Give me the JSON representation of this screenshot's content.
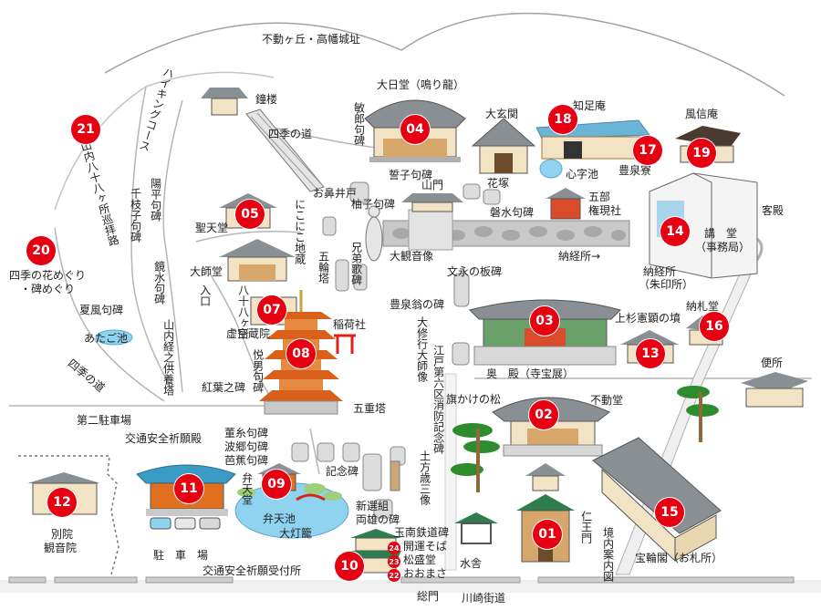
{
  "title": "",
  "colors": {
    "marker": "#e60012",
    "roof_gray": "#8a8f94",
    "roof_orange": "#e07020",
    "pagoda": "#d9601a",
    "road": "#bfbfbf",
    "pond": "#8fd3f0",
    "roof_blue": "#6ab4d8"
  },
  "labels": {
    "top_hill": "不動ヶ丘・高幡城址",
    "hiking": "ハイキングコース",
    "bell_tower": "鐘楼",
    "shiki_path": "四季の道",
    "dainichido": "大日堂（鳴り龍）",
    "toshio_stone": "敏郎句碑",
    "daigenkan": "大玄関",
    "chisokuan": "知足庵",
    "fushinan": "風信庵",
    "hoseki": "誓子句碑",
    "hanazuka": "花塚",
    "shinji_pond": "心字池",
    "hosenryo": "豊泉寮",
    "ohana_well": "お鼻井戸",
    "yuzuko": "柚子句碑",
    "sanmon": "山門",
    "bansui": "磐水句碑",
    "gobu": "五部",
    "gongensha": "権現社",
    "kyakuden": "客殿",
    "shoten": "聖天堂",
    "nikoniko": "にこにこ地蔵",
    "daikannon": "大観音像",
    "nokyosho": "納経所→",
    "kodo1": "講　堂",
    "kodo2": "（事務局）",
    "yohei": "陽平句碑",
    "chieko": "千枝子句碑",
    "sanjunai": "山内八十八ヶ所巡拝路",
    "shiki_meguri1": "四季の花めぐり",
    "shiki_meguri2": "・碑めぐり",
    "kyosui": "鏡水句碑",
    "daishido": "大師堂",
    "hachijuhachi": "八十八ヶ所",
    "iriguchi": "入口",
    "gorinto": "五輪塔",
    "kyodai": "兄弟歌碑",
    "bunei": "文永の板碑",
    "nokyosho2a": "納経所",
    "nokyosho2b": "（朱印所）",
    "kafu": "夏風句碑",
    "atago": "あたご池",
    "shiki_michi2": "四季の道",
    "sannai_kyo": "山内経之供養塔",
    "kokuzo": "虚空蔵院",
    "toshio2": "悦男句碑",
    "inari": "稲荷社",
    "hosen_ohi": "豊泉翁の碑",
    "daishuko": "大修行大師像",
    "uesugi": "上杉憲顕の墳",
    "nofudado": "納札堂",
    "edo": "江戸第六区消防記念碑",
    "okuden": "奥　殿（寺宝展）",
    "koyo": "紅葉之碑",
    "gojuto": "五重塔",
    "hatakake": "旗かけの松",
    "fudodo": "不動堂",
    "binjo": "便所",
    "daini": "第二駐車場",
    "koutsu1": "交通安全祈願殿",
    "toshiie": "董糸句碑",
    "hakyo": "波郷句碑",
    "basho": "芭蕉句碑",
    "bentendo": "弁天堂",
    "kinenhi": "記念碑",
    "hijikata": "土方歳三像",
    "benten_pond": "弁天池",
    "dai_toro": "大灯籠",
    "shinsengumi1": "新選組",
    "shinsengumi2": "両雄の碑",
    "tamanan": "玉南鉄道碑",
    "kaiun": "開運そば",
    "matsumori": "松盛堂",
    "omasa": "おおまさ",
    "niomon": "仁王門",
    "keidai": "境内案内図",
    "horinkaku": "宝輪閣（お札所）",
    "betsuin1": "別院",
    "betsuin2": "観音院",
    "chushajo": "駐　車　場",
    "koutsu2": "交通安全祈願受付所",
    "somon": "総門",
    "mizuya": "水舎",
    "kawasaki": "川崎街道"
  },
  "markers": [
    "21",
    "20",
    "04",
    "18",
    "17",
    "19",
    "05",
    "14",
    "07",
    "03",
    "08",
    "16",
    "13",
    "02",
    "11",
    "09",
    "12",
    "10",
    "01",
    "15"
  ],
  "mini_markers": [
    "24",
    "23",
    "22"
  ]
}
